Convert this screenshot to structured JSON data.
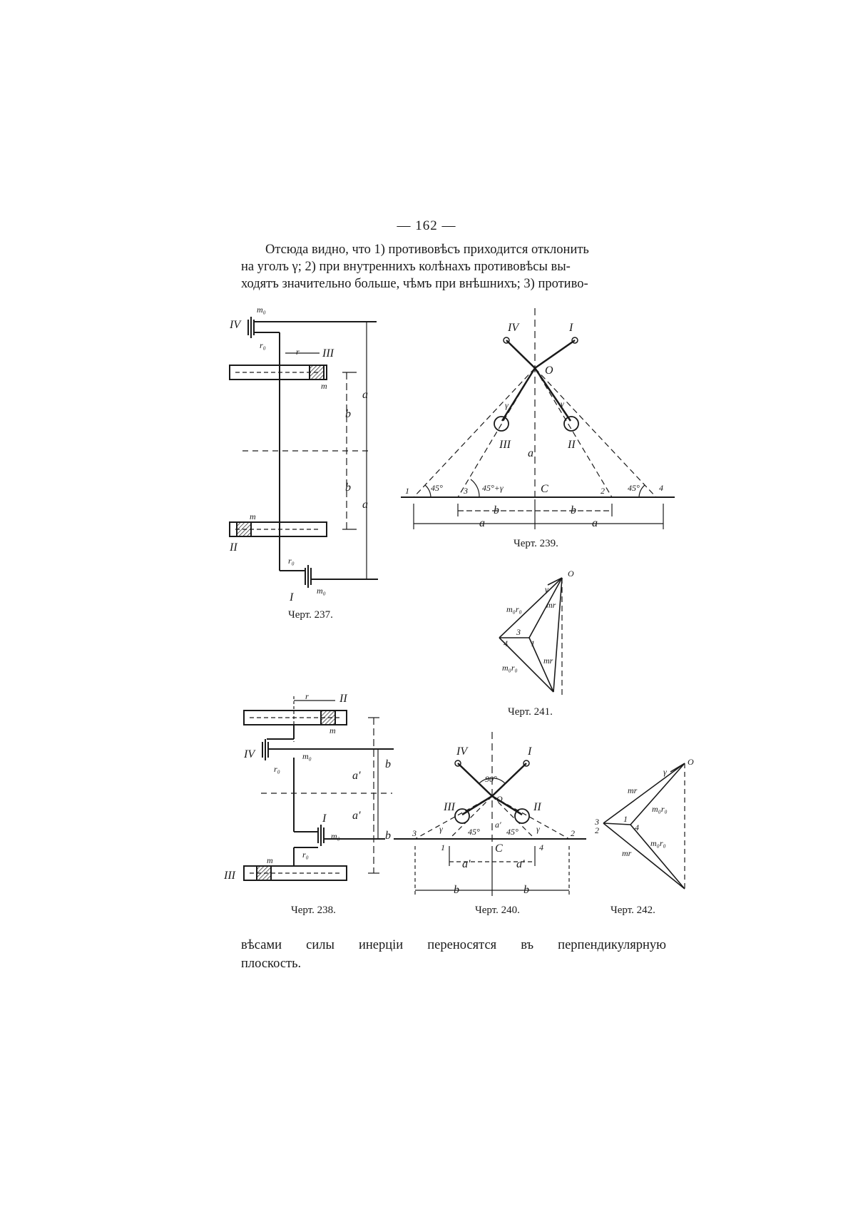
{
  "page": {
    "number": "— 162 —"
  },
  "text_top": {
    "line1": "Отсюда видно, что 1) противовѣсъ приходится отклонить",
    "line2": "на уголъ γ;  2) при внутреннихъ колѣнахъ противовѣсы вы-",
    "line3": "ходятъ значительно больше, чѣмъ при внѣшнихъ; 3) противо-"
  },
  "text_bottom": {
    "line1": "вѣсами силы инерціи переносятся въ перпендикулярную",
    "line2": "плоскость."
  },
  "figures": {
    "fig237": {
      "caption": "Черт. 237.",
      "labels": {
        "iv": "IV",
        "iii": "III",
        "ii": "II",
        "i": "I",
        "m0_top": "m₀",
        "m0_bot": "m₀",
        "r0_top": "r₀",
        "r0_bot": "r₀",
        "r": "r",
        "m_top": "m",
        "m_bot": "m",
        "a": "a",
        "b_top": "b",
        "b_bot": "b",
        "a_bot": "a"
      }
    },
    "fig238": {
      "caption": "Черт. 238.",
      "labels": {
        "ii": "II",
        "iv": "IV",
        "i": "I",
        "iii": "III",
        "r": "r",
        "m_top": "m",
        "m_bot": "m",
        "m0_top": "m₀",
        "m0_bot": "m₀",
        "r0_top": "r₀",
        "r0_bot": "r₀",
        "a1_top": "a′",
        "a1_bot": "a′",
        "b_top": "b",
        "b_bot": "b"
      }
    },
    "fig239": {
      "caption": "Черт. 239.",
      "labels": {
        "iv": "IV",
        "i": "I",
        "o": "O",
        "iii": "III",
        "ii": "II",
        "a_mid": "a",
        "c": "C",
        "p1": "1",
        "p2": "2",
        "p3": "3",
        "p4": "4",
        "ang45_l": "45°",
        "ang45_r": "45°",
        "ang45g": "45°+γ",
        "g_l": "γ",
        "g_r": "γ",
        "b_l": "b",
        "b_r": "b",
        "a_l": "a",
        "a_r": "a"
      }
    },
    "fig240": {
      "caption": "Черт. 240.",
      "labels": {
        "iv": "IV",
        "i": "I",
        "o": "O",
        "iii": "III",
        "ii": "II",
        "ang90": "90°",
        "ang45_l": "45°",
        "ang45_r": "45°",
        "g_l": "γ",
        "g_r": "γ",
        "a1_mid": "a′",
        "c": "C",
        "p1": "1",
        "p2": "2",
        "p3": "3",
        "p4": "4",
        "a1_l": "a′",
        "a1_r": "a′",
        "b_l": "b",
        "b_r": "b"
      }
    },
    "fig241": {
      "caption": "Черт. 241.",
      "labels": {
        "o": "O",
        "g": "γ",
        "m0r0_top": "m₀r₀",
        "mr_top": "mr",
        "p3": "3",
        "p4": "4",
        "p1": "1",
        "mr_bot": "mr",
        "m0r0_bot": "m₀r₀"
      }
    },
    "fig242": {
      "caption": "Черт. 242.",
      "labels": {
        "o": "O",
        "g": "γ",
        "mr_top": "mr",
        "m0r0_top": "m₀r₀",
        "p3": "3",
        "p2": "2",
        "p1": "1",
        "p4": "4",
        "m0r0_bot": "m₀r₀",
        "mr_bot": "mr"
      }
    }
  }
}
